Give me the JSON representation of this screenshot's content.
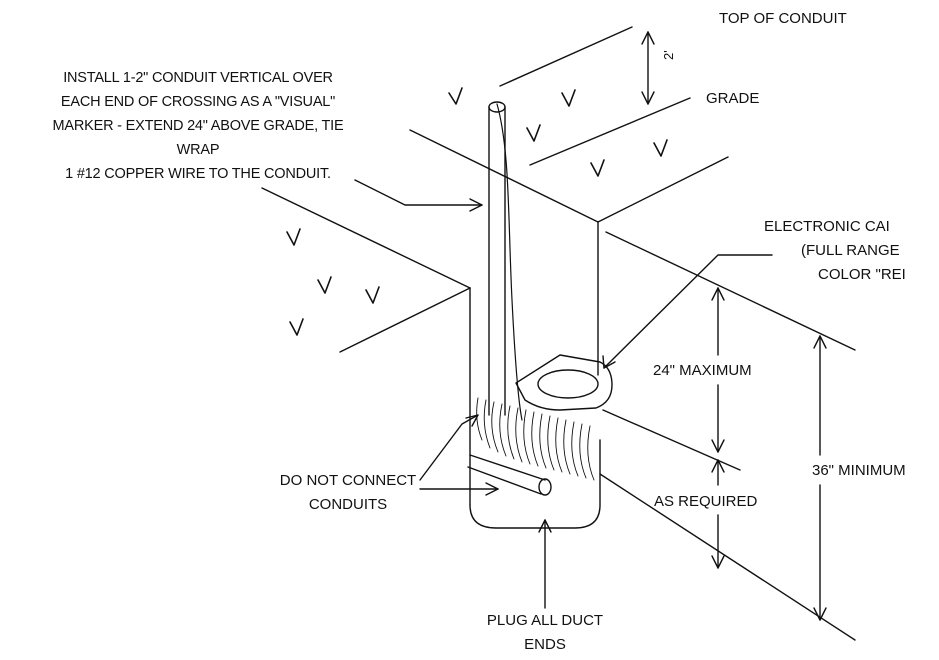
{
  "labels": {
    "top_of_conduit": "TOP OF CONDUIT",
    "two_feet": "2'",
    "grade": "GRADE",
    "install_line1": "INSTALL 1-2\" CONDUIT VERTICAL OVER",
    "install_line2": "EACH END OF CROSSING AS A \"VISUAL\"",
    "install_line3": "MARKER - EXTEND 24\" ABOVE GRADE, TIE",
    "install_line4": "WRAP",
    "install_line5": "1 #12 COPPER WIRE TO THE CONDUIT.",
    "electronic_line1": "ELECTRONIC CAI",
    "electronic_line2": "(FULL RANGE",
    "electronic_line3": "COLOR \"REI",
    "max_24": "24\" MAXIMUM",
    "min_36": "36\" MINIMUM",
    "as_required": "AS REQUIRED",
    "do_not_connect_line1": "DO NOT CONNECT",
    "do_not_connect_line2": "CONDUITS",
    "plug_line1": "PLUG ALL DUCT",
    "plug_line2": "ENDS"
  },
  "colors": {
    "ink": "#111111",
    "background": "#ffffff"
  }
}
